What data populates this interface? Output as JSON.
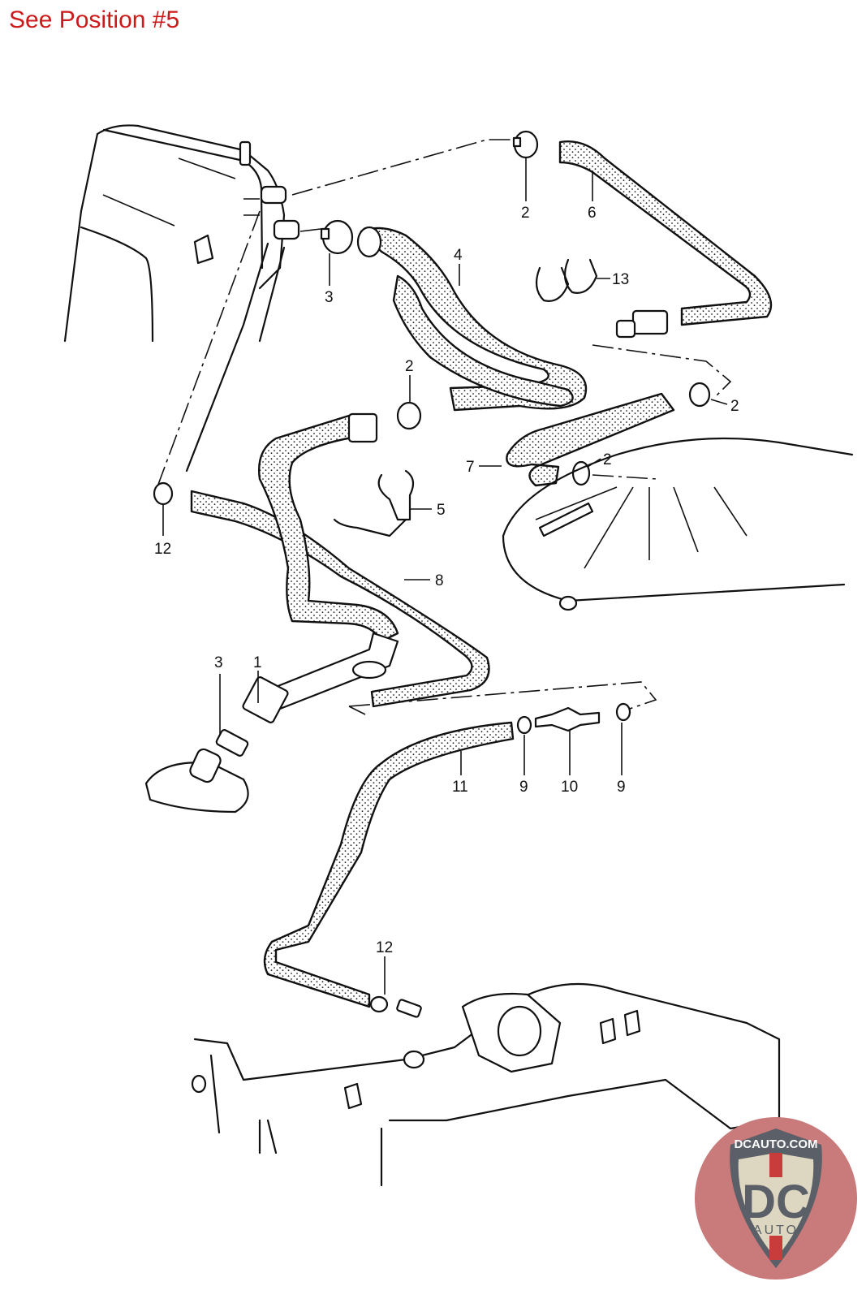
{
  "header": {
    "note": "See Position #5",
    "note_color": "#cc1a1a"
  },
  "diagram": {
    "title": "Crankcase / Tank Ventilation Hose Layout (exploded view)",
    "callouts": [
      {
        "id": "c1",
        "label": "1"
      },
      {
        "id": "c2a",
        "label": "2"
      },
      {
        "id": "c2b",
        "label": "2"
      },
      {
        "id": "c2c",
        "label": "2"
      },
      {
        "id": "c2d",
        "label": "2"
      },
      {
        "id": "c3a",
        "label": "3"
      },
      {
        "id": "c3b",
        "label": "3"
      },
      {
        "id": "c4",
        "label": "4"
      },
      {
        "id": "c5",
        "label": "5"
      },
      {
        "id": "c6",
        "label": "6"
      },
      {
        "id": "c7",
        "label": "7"
      },
      {
        "id": "c8",
        "label": "8"
      },
      {
        "id": "c9a",
        "label": "9"
      },
      {
        "id": "c9b",
        "label": "9"
      },
      {
        "id": "c10",
        "label": "10"
      },
      {
        "id": "c11",
        "label": "11"
      },
      {
        "id": "c12a",
        "label": "12"
      },
      {
        "id": "c12b",
        "label": "12"
      },
      {
        "id": "c13",
        "label": "13"
      }
    ]
  },
  "watermark": {
    "site": "DCAUTO.COM",
    "brand": "DC",
    "sub": "AUTO",
    "bg_color": "#c97a7a",
    "shield_color": "#ddd6c0",
    "text_color": "#5b6068",
    "accent_color": "#c83c3c"
  }
}
